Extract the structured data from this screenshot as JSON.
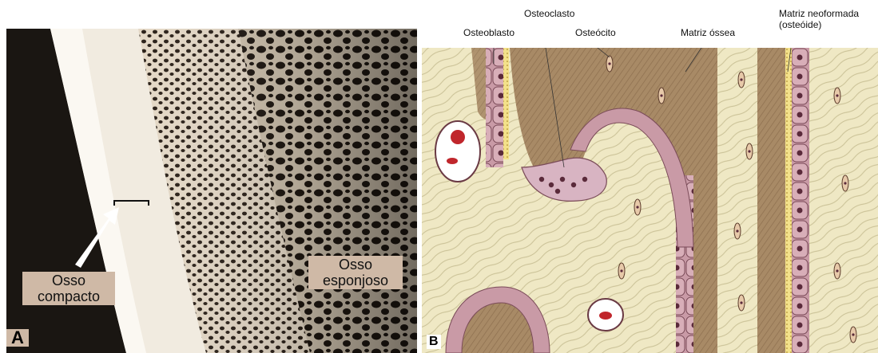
{
  "panel_a": {
    "letter": "A",
    "label_compact_line1": "Osso",
    "label_compact_line2": "compacto",
    "label_spongy_line1": "Osso",
    "label_spongy_line2": "esponjoso"
  },
  "panel_b": {
    "letter": "B",
    "label_osteoclast": "Osteoclasto",
    "label_osteoblast": "Osteoblasto",
    "label_osteocyte": "Osteócito",
    "label_matrix": "Matriz óssea",
    "label_new_matrix_line1": "Matriz neoformada",
    "label_new_matrix_line2": "(osteóide)"
  },
  "colors": {
    "bone_matrix": "#a88a66",
    "connective_tissue": "#efe8c4",
    "osteoblast": "#c99aa6",
    "label_box": "#cfb9a6",
    "spongy_bone": "#e2d6c2"
  }
}
